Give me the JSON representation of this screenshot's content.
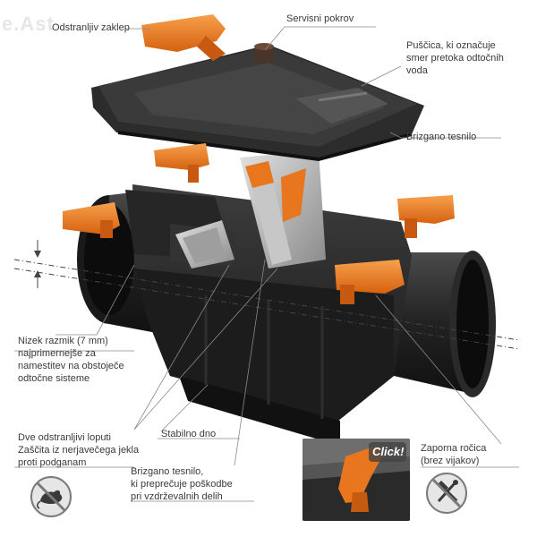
{
  "watermark": "e.Ast",
  "labels": {
    "removable_lid": "Odstranljiv zaklep",
    "service_cover": "Servisni pokrov",
    "flow_arrow": [
      "Puščica, ki označuje",
      "smer pretoka odtočnih",
      "voda"
    ],
    "injected_seal_top": "Brizgano tesnilo",
    "low_spacing": [
      "Nizek razmik (7 mm)",
      "najprimernejše za",
      "namestitev na obstoječe",
      "odtočne sisteme"
    ],
    "stable_base": "Stabilno dno",
    "two_flaps": [
      "Dve odstranljivi loputi",
      "Zaščita iz nerjavečega jekla",
      "proti podganam"
    ],
    "injected_seal_bottom": [
      "Brizgano tesnilo,",
      "ki preprečuje poškodbe",
      "pri vzdrževalnih delih"
    ],
    "locking_handle": [
      "Zaporna ročica",
      "(brez vijakov)"
    ]
  },
  "inset_photo": {
    "caption": "Click!"
  },
  "icons": {
    "rat": "no-rat-icon",
    "tools": "no-tools-icon"
  },
  "colors": {
    "body": "#2a2a2a",
    "orange": "#e8761e",
    "steel": "#b9b9b9",
    "line": "#555555",
    "text": "#3a3a3a"
  }
}
